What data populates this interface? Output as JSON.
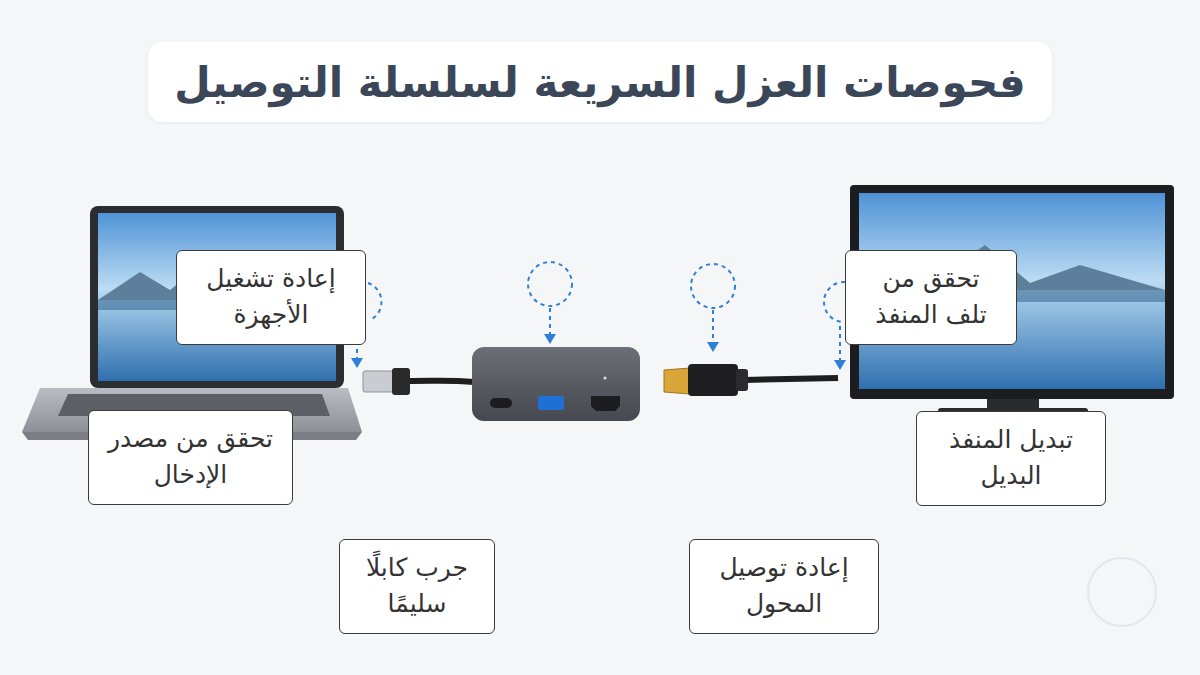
{
  "diagram": {
    "title": "فحوصات العزل السريعة لسلسلة التوصيل",
    "nodes": [
      {
        "text": [
          "إعادة تشغيل الأجهزة"
        ]
      },
      {
        "text": [
          "تحقق من تلف المنفذ"
        ]
      },
      {
        "text": [
          "تحقق من مصدر الإدخال"
        ]
      },
      {
        "text": [
          "تبديل المنفذ البديل"
        ]
      },
      {
        "text": [
          "جرب كابلًا سليمًا"
        ]
      },
      {
        "text": [
          "إعادة توصيل المحول"
        ]
      }
    ]
  }
}
